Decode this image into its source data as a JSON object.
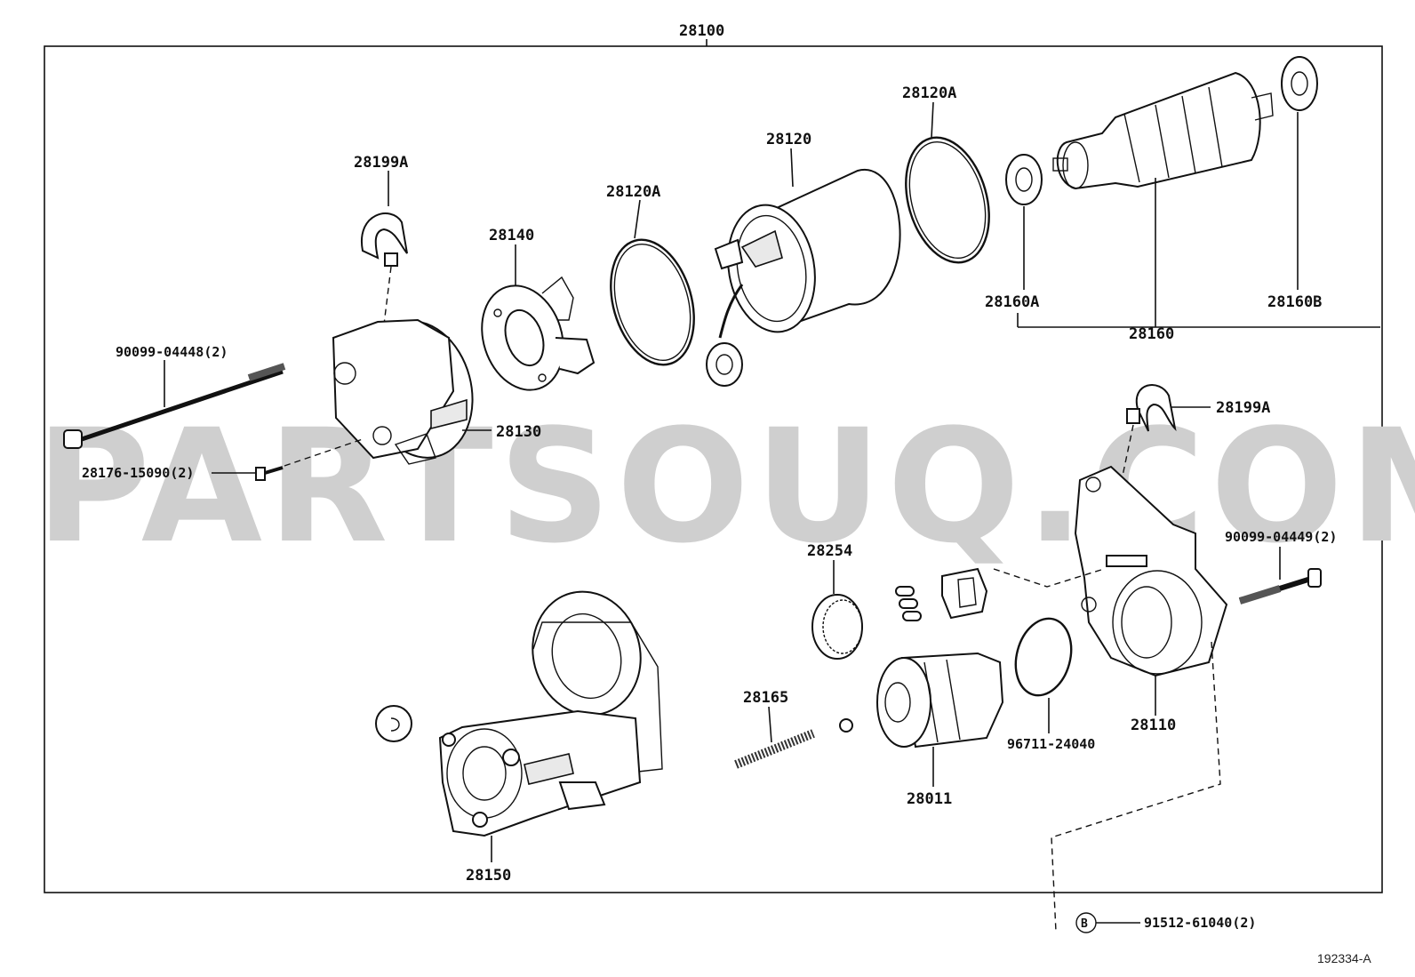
{
  "diagram": {
    "assembly_label": "28100",
    "reference_code": "192334-A",
    "watermark": "PARTSOUQ.COM",
    "marker_letter": "B",
    "parts": {
      "p28199A_top": "28199A",
      "p28140": "28140",
      "p28120A_left": "28120A",
      "p28120": "28120",
      "p28120A_right": "28120A",
      "p28160A": "28160A",
      "p28160": "28160",
      "p28160B": "28160B",
      "p90099_04448": "90099-04448(2)",
      "p28130": "28130",
      "p28176_15090": "28176-15090(2)",
      "p28199A_right": "28199A",
      "p90099_04449": "90099-04449(2)",
      "p28254": "28254",
      "p28165": "28165",
      "p28011": "28011",
      "p96711_24040": "96711-24040",
      "p28110": "28110",
      "p28150": "28150",
      "p91512_61040": "91512-61040(2)"
    }
  }
}
